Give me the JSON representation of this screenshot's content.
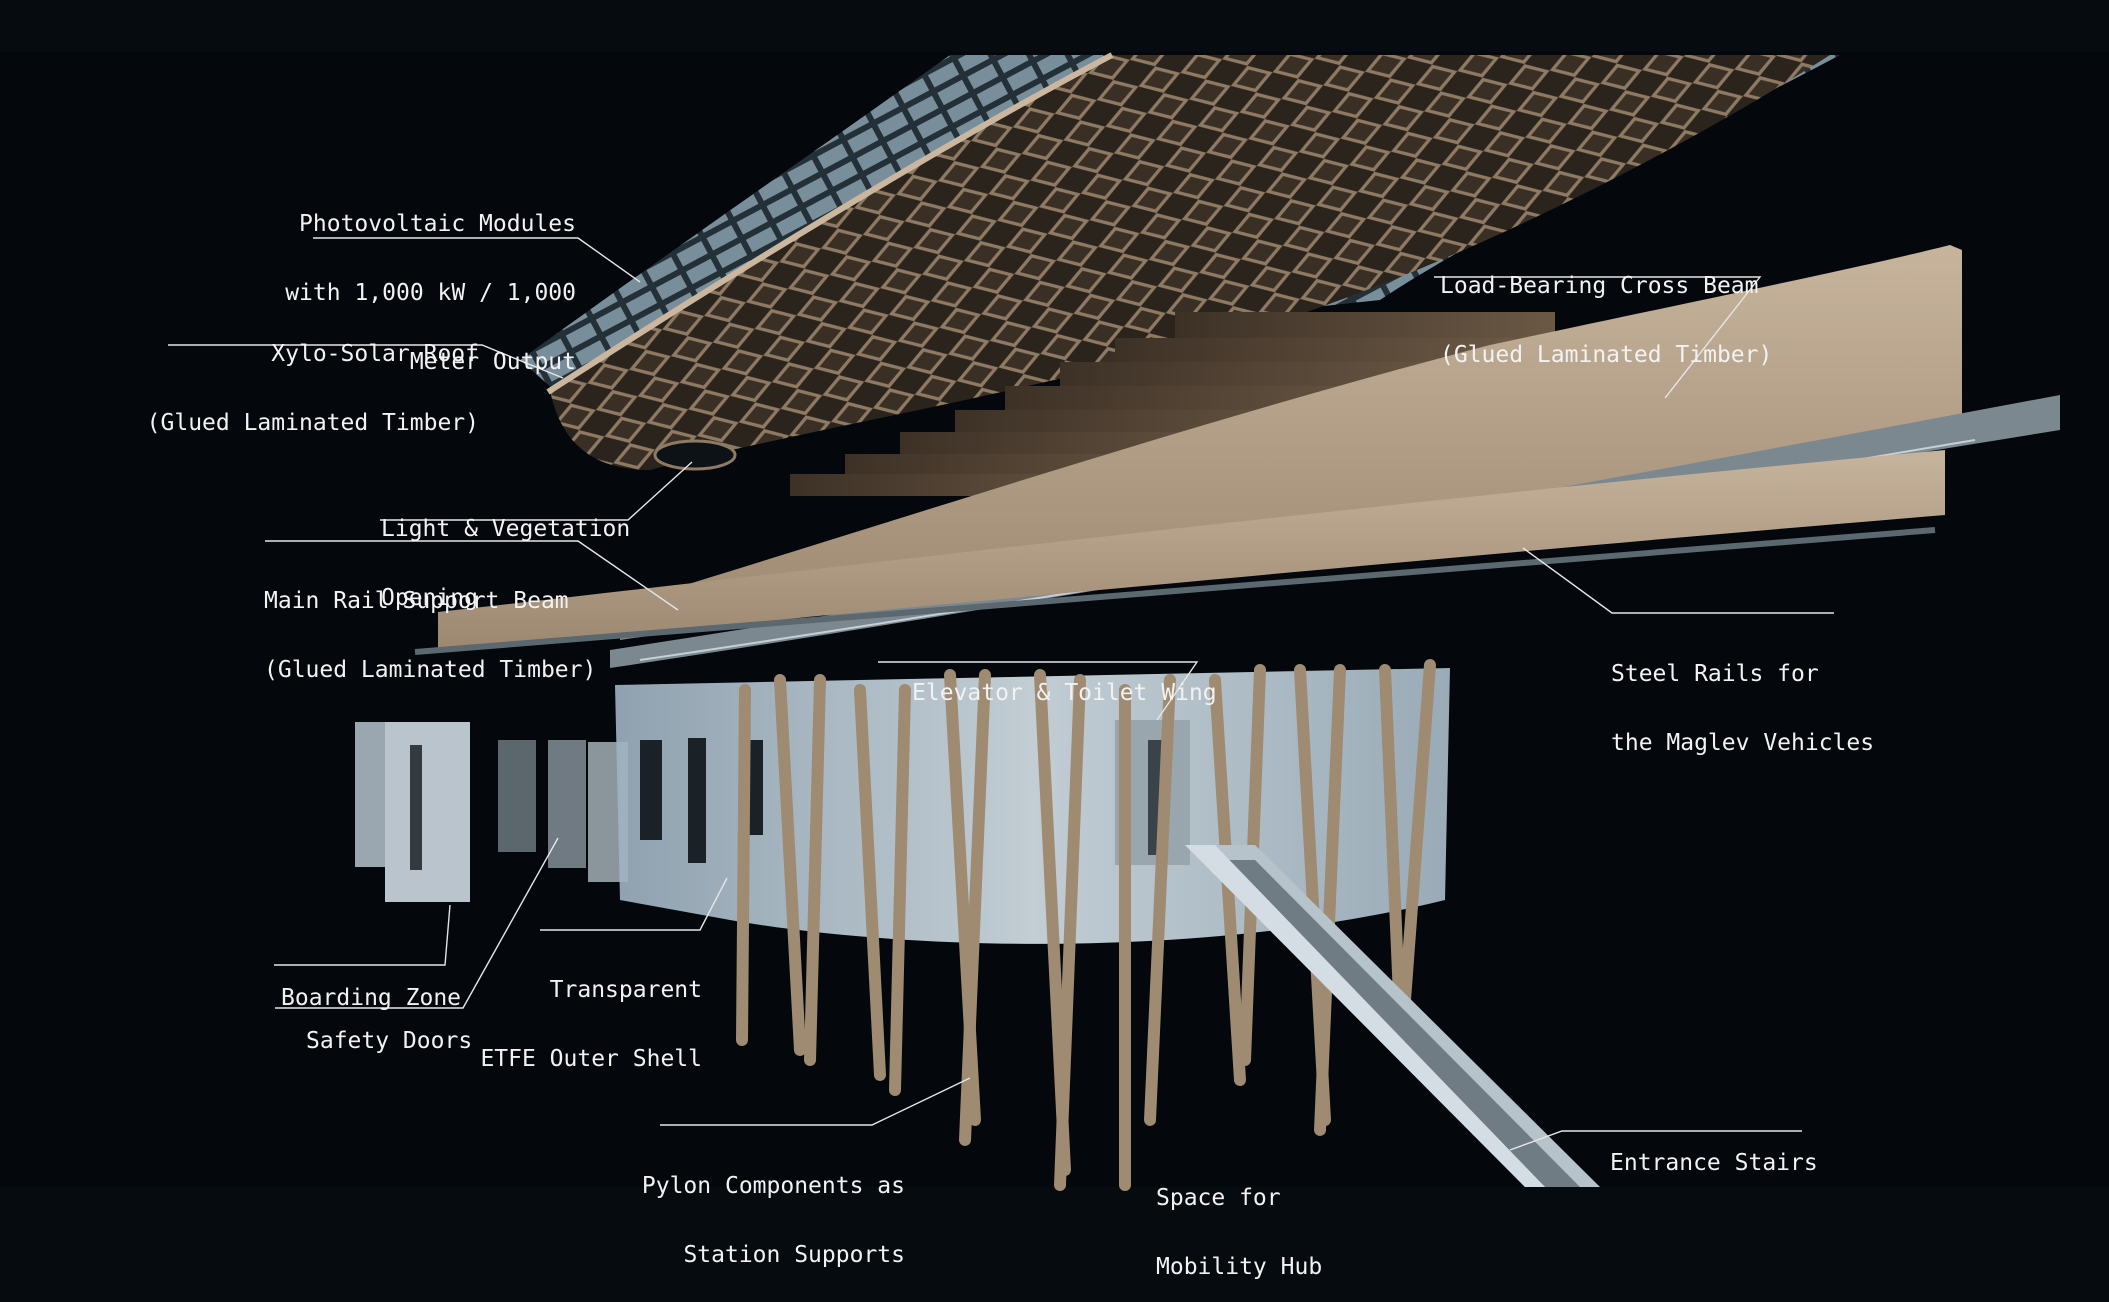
{
  "colors": {
    "background": "#060b0f",
    "panel": "#04080c",
    "label_text": "#f2f2f2",
    "leader_line": "#e6e6e6",
    "timber": "#b9a68f",
    "timber_dark": "#6e5a46",
    "steel": "#8a97a0",
    "etfe": "#c9d8e2"
  },
  "labels": {
    "photovoltaic": {
      "line1": "Photovoltaic Modules",
      "line2": "with 1,000 kW / 1,000",
      "line3": "Meter Output"
    },
    "xylo_roof": {
      "line1": "Xylo-Solar Roof",
      "line2": "(Glued Laminated Timber)"
    },
    "light_opening": {
      "line1": "Light & Vegetation",
      "line2": "Opening"
    },
    "main_rail_beam": {
      "line1": "Main Rail Support Beam",
      "line2": "(Glued Laminated Timber)"
    },
    "cross_beam": {
      "line1": "Load-Bearing Cross Beam",
      "line2": "(Glued Laminated Timber)"
    },
    "steel_rails": {
      "line1": "Steel Rails for",
      "line2": "the Maglev Vehicles"
    },
    "elevator_wing": {
      "line1": "Elevator & Toilet Wing"
    },
    "transparent_shell": {
      "line1": "Transparent",
      "line2": "ETFE Outer Shell"
    },
    "boarding_zone": {
      "line1": "Boarding Zone"
    },
    "safety_doors": {
      "line1": "Safety Doors"
    },
    "pylon_components": {
      "line1": "Pylon Components as",
      "line2": "Station Supports"
    },
    "mobility_hub": {
      "line1": "Space for",
      "line2": "Mobility Hub"
    },
    "entrance_stairs": {
      "line1": "Entrance Stairs"
    }
  }
}
